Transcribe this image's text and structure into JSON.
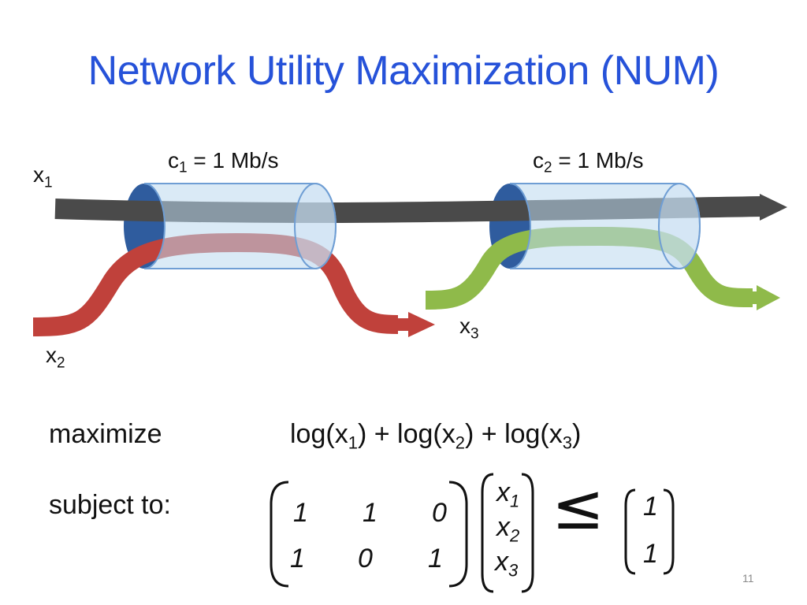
{
  "slide": {
    "title": "Network Utility Maximization (NUM)",
    "page_number": "11"
  },
  "diagram": {
    "flows": [
      {
        "symbol": "x",
        "index": "1",
        "color": "#4a4a4a"
      },
      {
        "symbol": "x",
        "index": "2",
        "color": "#c0413b"
      },
      {
        "symbol": "x",
        "index": "3",
        "color": "#8fba4a"
      }
    ],
    "links": [
      {
        "symbol": "c",
        "index": "1",
        "equals": "=",
        "value": "1 Mb/s"
      },
      {
        "symbol": "c",
        "index": "2",
        "equals": "=",
        "value": "1 Mb/s"
      }
    ],
    "pipe_color": "#bcd8ef",
    "pipe_end_color": "#2f5c9e"
  },
  "problem": {
    "maximize_label": "maximize",
    "subject_to_label": "subject to:",
    "objective": [
      {
        "fn": "log(",
        "var": "x",
        "index": "1",
        "close": ")"
      },
      {
        "op": " + "
      },
      {
        "fn": "log(",
        "var": "x",
        "index": "2",
        "close": ")"
      },
      {
        "op": " + "
      },
      {
        "fn": "log(",
        "var": "x",
        "index": "3",
        "close": ")"
      }
    ],
    "matrix": [
      [
        "1",
        "1",
        "0"
      ],
      [
        "1",
        "0",
        "1"
      ]
    ],
    "vector": [
      {
        "var": "x",
        "index": "1"
      },
      {
        "var": "x",
        "index": "2"
      },
      {
        "var": "x",
        "index": "3"
      }
    ],
    "relation": "≤",
    "rhs": [
      "1",
      "1"
    ]
  }
}
